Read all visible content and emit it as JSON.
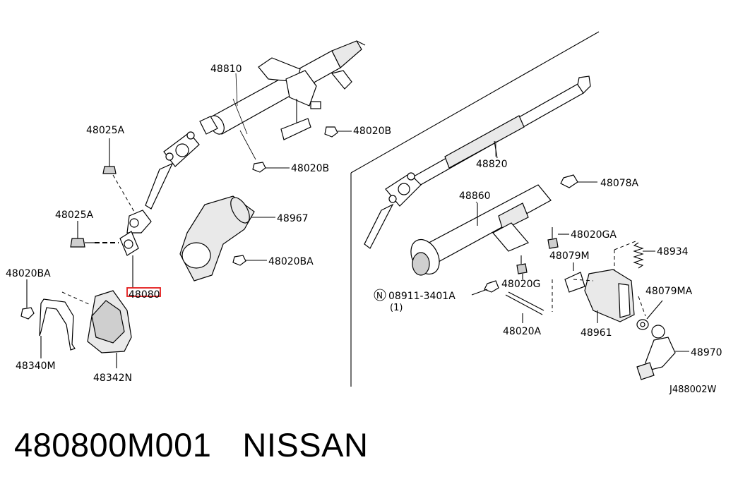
{
  "diagram": {
    "drawing_code": "J488002W",
    "labels": {
      "l48810": "48810",
      "l48025A_top": "48025A",
      "l48025A_bot": "48025A",
      "l48020BA_left": "48020BA",
      "l48080": "48080",
      "l48340M": "48340M",
      "l48342N": "48342N",
      "l48020B_top": "48020B",
      "l48020B_mid": "48020B",
      "l48967": "48967",
      "l48020BA_mid": "48020BA",
      "l48820": "48820",
      "l48860": "48860",
      "l48078A": "48078A",
      "l48020GA": "48020GA",
      "l48079M": "48079M",
      "l48934": "48934",
      "l08911": "08911-3401A",
      "l08911_n": "N",
      "l08911_qty": "(1)",
      "l48020G": "48020G",
      "l48079MA": "48079MA",
      "l48020A": "48020A",
      "l48961": "48961",
      "l48970": "48970"
    },
    "highlighted_part": "48080",
    "highlight_color": "#e31b1b"
  },
  "caption": {
    "part_number": "480800M001",
    "brand": "NISSAN"
  }
}
